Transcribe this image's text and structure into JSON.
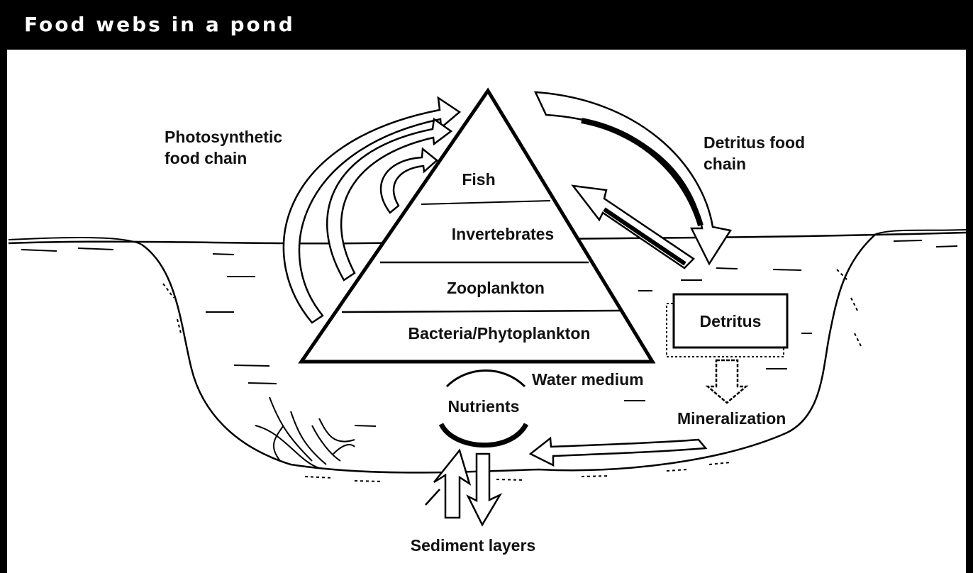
{
  "title": "Food webs in a pond",
  "labels": {
    "photosynthetic_line1": "Photosynthetic",
    "photosynthetic_line2": "food chain",
    "detritus_chain_line1": "Detritus food",
    "detritus_chain_line2": "chain",
    "fish": "Fish",
    "invertebrates": "Invertebrates",
    "zooplankton": "Zooplankton",
    "bacteria": "Bacteria/Phytoplankton",
    "detritus": "Detritus",
    "water_medium": "Water medium",
    "nutrients": "Nutrients",
    "mineralization": "Mineralization",
    "sediment": "Sediment layers"
  },
  "colors": {
    "ink": "#000000",
    "background": "#ffffff"
  }
}
